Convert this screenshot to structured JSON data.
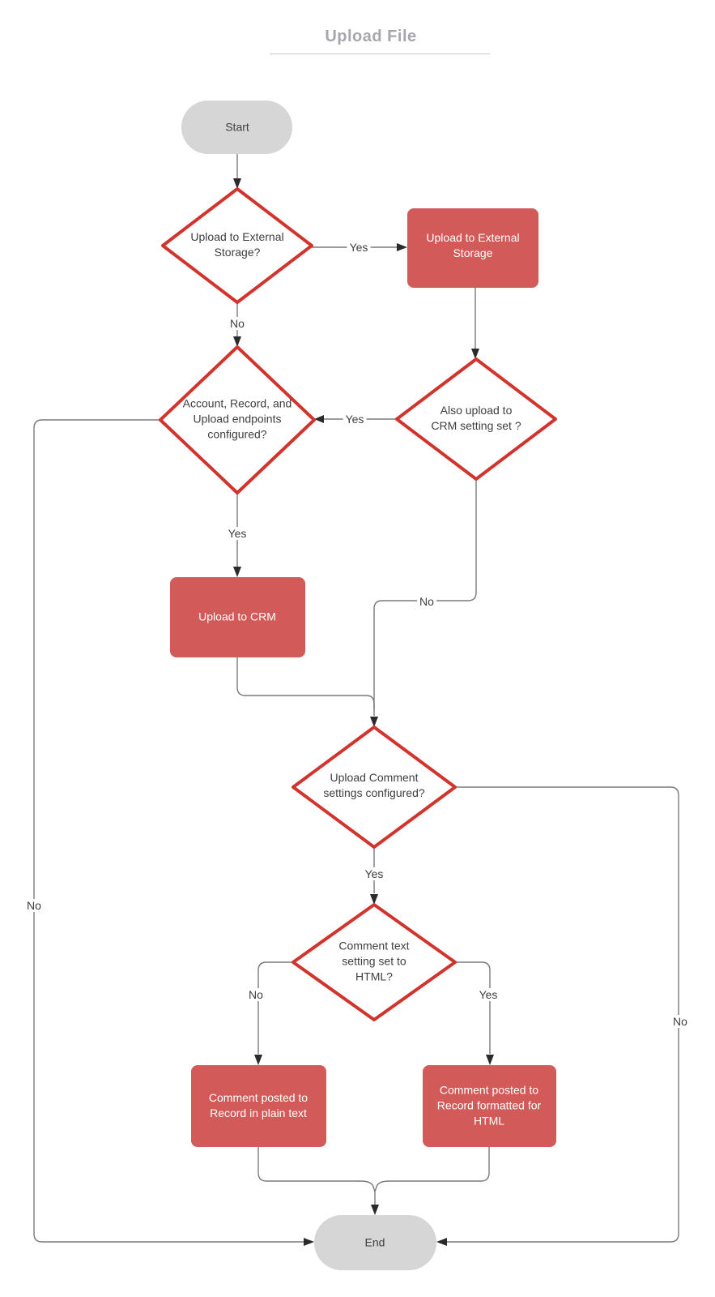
{
  "title": "Upload File",
  "nodes": {
    "start": {
      "label": "Start",
      "type": "terminator"
    },
    "decision_external_storage": {
      "label": "Upload to External Storage?",
      "type": "decision"
    },
    "process_upload_external_storage": {
      "label": "Upload to External Storage",
      "type": "process"
    },
    "decision_endpoints_configured": {
      "label": "Account, Record, and Upload endpoints configured?",
      "type": "decision"
    },
    "decision_also_upload_crm": {
      "label": "Also upload to CRM setting set ?",
      "type": "decision"
    },
    "process_upload_crm": {
      "label": "Upload to CRM",
      "type": "process"
    },
    "decision_comment_settings": {
      "label": "Upload Comment settings configured?",
      "type": "decision"
    },
    "decision_comment_html": {
      "label": "Comment text setting set to HTML?",
      "type": "decision"
    },
    "process_comment_plain_text": {
      "label": "Comment posted to Record in plain text",
      "type": "process"
    },
    "process_comment_html": {
      "label": "Comment posted to Record formatted for HTML",
      "type": "process"
    },
    "end": {
      "label": "End",
      "type": "terminator"
    }
  },
  "edge_labels": {
    "yes_external_storage": "Yes",
    "no_external_storage": "No",
    "yes_also_upload_crm": "Yes",
    "yes_endpoints_configured": "Yes",
    "no_also_upload_crm": "No",
    "no_endpoints_to_end": "No",
    "yes_comment_settings": "Yes",
    "no_comment_html": "No",
    "yes_comment_html": "Yes",
    "no_comment_settings_to_end": "No"
  },
  "colors": {
    "process_fill": "#d25a58",
    "decision_stroke": "#d0342c",
    "terminator_fill": "#d6d6d6",
    "connector": "#7a7a7a",
    "arrow": "#2b2b2b",
    "title_text": "#a6a6ad",
    "node_text": "#3f3f3f",
    "process_text": "#ffffff"
  }
}
